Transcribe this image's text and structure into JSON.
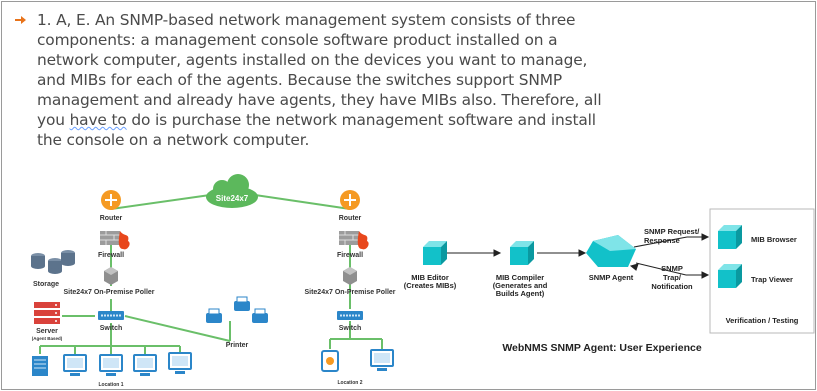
{
  "answer": {
    "lines": [
      "1. A, E. An SNMP-based network management system consists of three",
      "components: a management console software product installed on a",
      "network computer, agents installed on the devices you want to manage,",
      "and MIBs for each of the agents. Because the switches support SNMP",
      "management and already have agents, they have MIBs also. Therefore, all"
    ],
    "line6_before": "you ",
    "line6_underlined": "have to",
    "line6_after": " do is purchase the network management software and install",
    "line7": "the console on a network computer."
  },
  "left_diagram": {
    "cloud_label": "Site24x7",
    "router_left": "Router",
    "router_right": "Router",
    "firewall_left": "Firewall",
    "firewall_right": "Firewall",
    "storage": "Storage",
    "poller_left": "Site24x7 On-Premise Poller",
    "poller_right": "Site24x7 On-Premise Poller",
    "server": "Server",
    "server_sub": "(Agent Based)",
    "switch_left": "Switch",
    "switch_right": "Switch",
    "printer": "Printer",
    "location1": "Location 1",
    "location2": "Location 2"
  },
  "right_diagram": {
    "mib_editor_1": "MIB Editor",
    "mib_editor_2": "(Creates MIBs)",
    "mib_compiler_1": "MIB Compiler",
    "mib_compiler_2": "(Generates and",
    "mib_compiler_3": "Builds Agent)",
    "snmp_agent": "SNMP Agent",
    "request_1": "SNMP Request/",
    "request_2": "Response",
    "trap_1": "SNMP",
    "trap_2": "Trap/",
    "trap_3": "Notification",
    "mib_browser": "MIB Browser",
    "trap_viewer": "Trap Viewer",
    "verification": "Verification / Testing",
    "caption": "WebNMS SNMP Agent: User Experience"
  },
  "colors": {
    "bullet": "#e8731a",
    "text": "#4a4a4a",
    "cube": "#12c1c9",
    "router": "#f59a23",
    "cloud": "#5cb85c",
    "fire": "#e8471c",
    "switch": "#2b86c9"
  }
}
